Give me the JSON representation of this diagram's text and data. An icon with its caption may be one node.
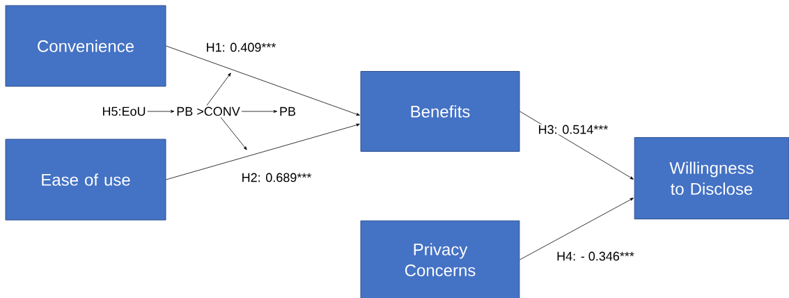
{
  "diagram": {
    "nodes": [
      {
        "text": [
          "Convenience"
        ]
      },
      {
        "text": [
          "Ease of use"
        ]
      },
      {
        "text": [
          "H5:EoU"
        ]
      },
      {
        "text": [
          "PB >CONV"
        ]
      },
      {
        "text": [
          "PB"
        ]
      },
      {
        "text": [
          "Benefits"
        ]
      },
      {
        "text": [
          "Privacy Concerns"
        ]
      },
      {
        "text": [
          "Willingness to Disclose"
        ]
      }
    ],
    "edges": [
      {
        "from": 0,
        "to": 5,
        "arrow": "to",
        "label": "H1:  0.409***"
      },
      {
        "from": 1,
        "to": 5,
        "arrow": "to",
        "label": "H2:  0.689***"
      },
      {
        "from": 2,
        "to": 3,
        "arrow": "to"
      },
      {
        "from": 3,
        "to": 4,
        "arrow": "to"
      },
      {
        "from": 3,
        "to": null,
        "arrow": "to"
      },
      {
        "from": 3,
        "to": null,
        "arrow": "to"
      },
      {
        "from": 5,
        "to": 7,
        "arrow": "to",
        "label": "H3:  0.514***"
      },
      {
        "from": 6,
        "to": 7,
        "arrow": "to",
        "label": "H4: - 0.346***"
      }
    ]
  }
}
